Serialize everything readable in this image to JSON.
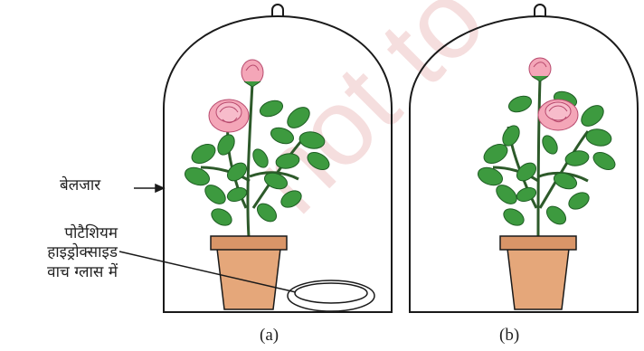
{
  "labels": {
    "bell_jar": "बेलजार",
    "koh_line1": "पोटैशियम",
    "koh_line2": "हाइड्रोक्साइड",
    "koh_line3": "वाच ग्लास में"
  },
  "captions": {
    "a": "(a)",
    "b": "(b)"
  },
  "colors": {
    "outline": "#1a1a1a",
    "leaf": "#3d9a3f",
    "leaf_dark": "#1f5e24",
    "stem": "#2d5a2a",
    "rose": "#f4a6b8",
    "rose_dark": "#d9688a",
    "pot": "#e5a77a",
    "pot_rim": "#d99568",
    "watermark": "#f2d3d3"
  }
}
